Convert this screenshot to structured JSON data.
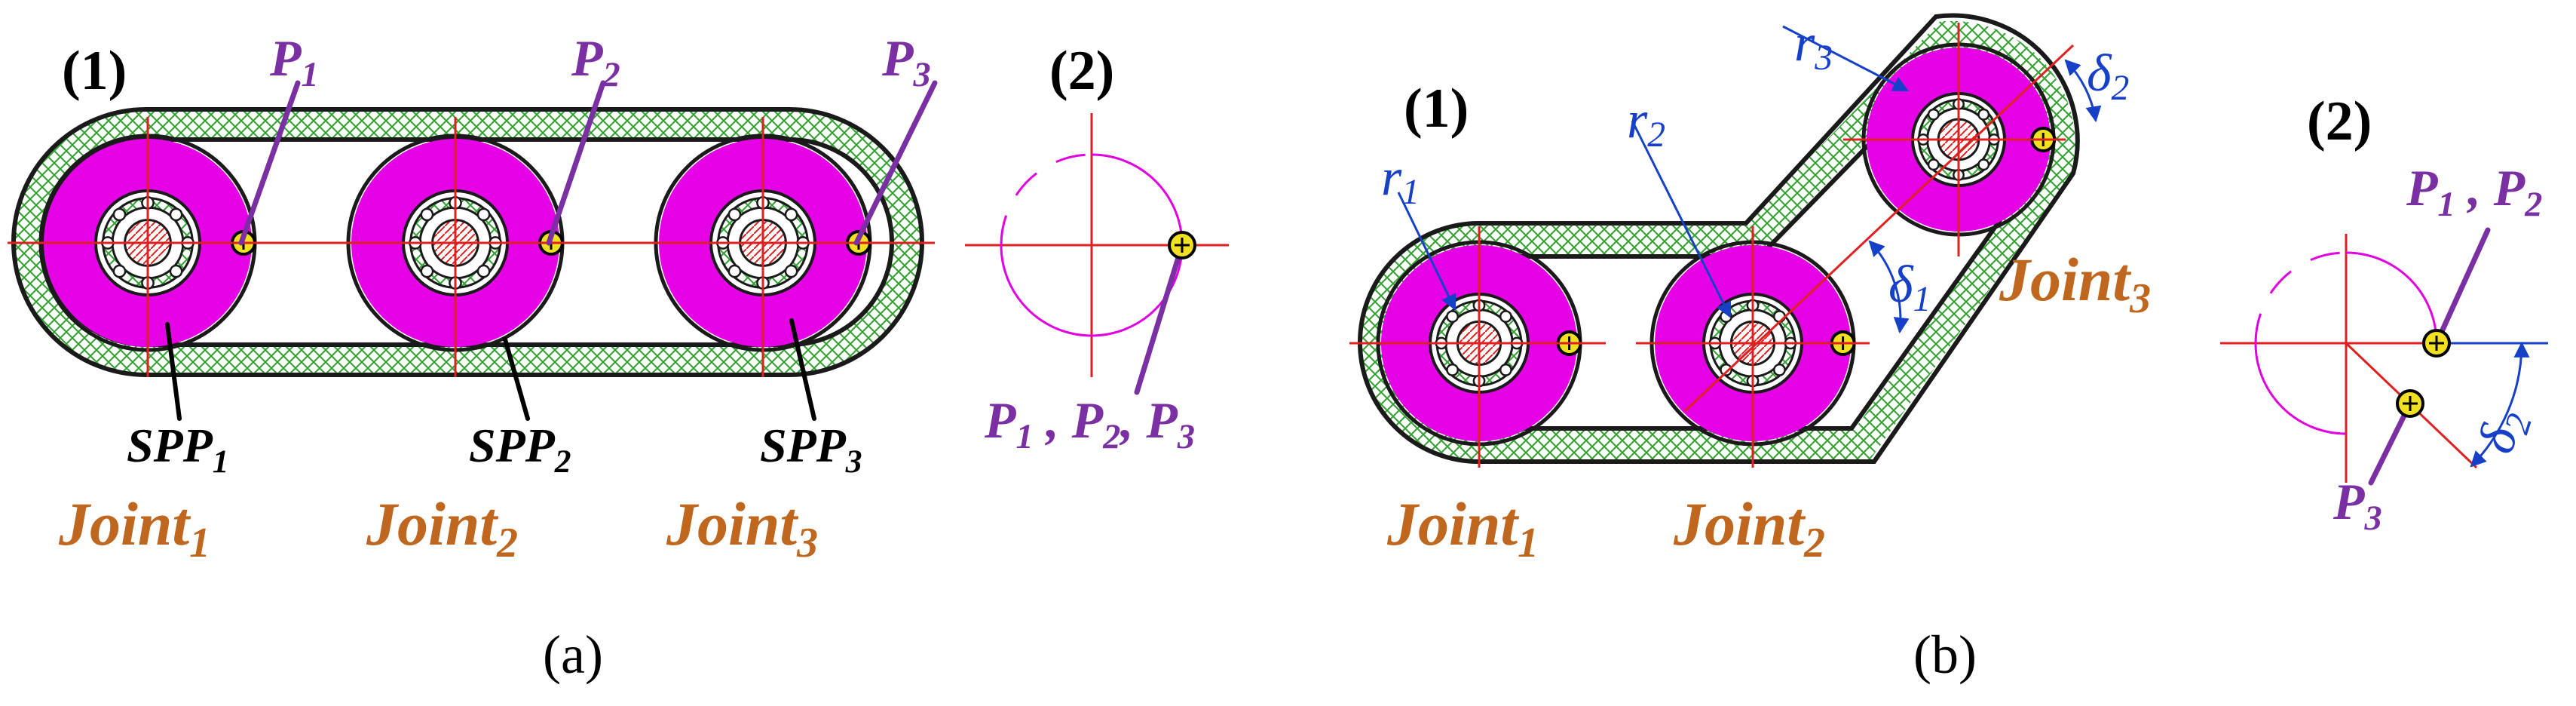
{
  "panel_a": {
    "caption": "(a)",
    "sub1_label": "(1)",
    "sub2_label": "(2)",
    "points": [
      {
        "base": "P",
        "sub": "1"
      },
      {
        "base": "P",
        "sub": "2"
      },
      {
        "base": "P",
        "sub": "3"
      }
    ],
    "spp_labels": [
      {
        "base": "SPP",
        "sub": "1"
      },
      {
        "base": "SPP",
        "sub": "2"
      },
      {
        "base": "SPP",
        "sub": "3"
      }
    ],
    "joints": [
      {
        "base": "Joint",
        "sub": "1"
      },
      {
        "base": "Joint",
        "sub": "2"
      },
      {
        "base": "Joint",
        "sub": "3"
      }
    ],
    "combined_points_label": {
      "p1": "1",
      "p2": "2",
      "p3": "3",
      "base": "P",
      "sep": ","
    }
  },
  "panel_b": {
    "caption": "(b)",
    "sub1_label": "(1)",
    "sub2_label": "(2)",
    "radius_labels": [
      {
        "base": "r",
        "sub": "1"
      },
      {
        "base": "r",
        "sub": "2"
      },
      {
        "base": "r",
        "sub": "3"
      }
    ],
    "delta_labels": [
      {
        "base": "δ",
        "sub": "1"
      },
      {
        "base": "δ",
        "sub": "2"
      }
    ],
    "joints": [
      {
        "base": "Joint",
        "sub": "1"
      },
      {
        "base": "Joint",
        "sub": "2"
      },
      {
        "base": "Joint",
        "sub": "3"
      }
    ],
    "p12_label": {
      "base": "P",
      "sub1": "1",
      "sub2": "2",
      "sep": ","
    },
    "p3_label": {
      "base": "P",
      "sub": "3"
    },
    "delta2_side": {
      "base": "δ",
      "sub": "2"
    }
  },
  "colors": {
    "joint_fill": "#e600e6",
    "belt_hatch": "#3aa43a",
    "centerline": "#e02020",
    "point_label": "#7a2fa2",
    "joint_label": "#c0671f",
    "dimension": "#1740c8"
  }
}
